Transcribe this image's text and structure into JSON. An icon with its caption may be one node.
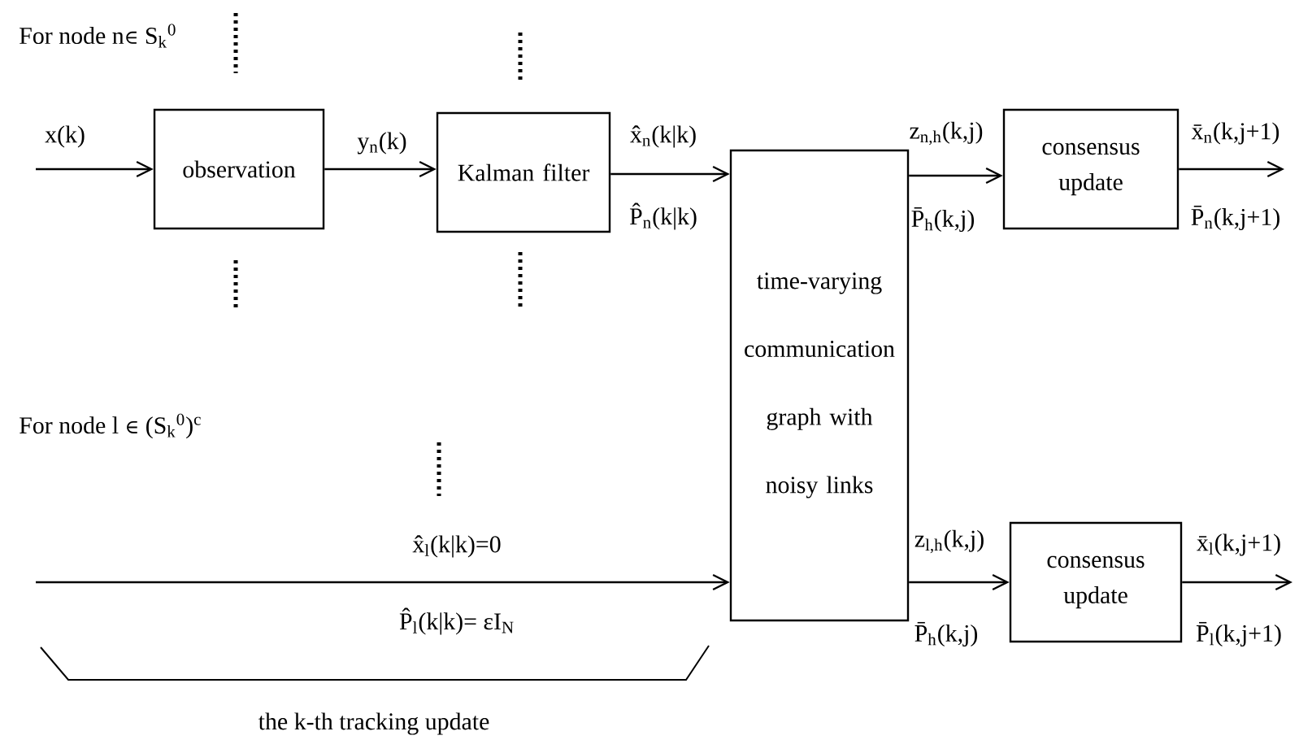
{
  "diagram": {
    "nodes": [
      {
        "text": [
          "observation"
        ]
      },
      {
        "text": [
          "Kalman filter"
        ]
      },
      {
        "text": [
          "time-varying communication graph with noisy links"
        ]
      },
      {
        "text": [
          "consensus update"
        ]
      },
      {
        "text": [
          "consensus update"
        ]
      }
    ],
    "edges": [
      {
        "from": null,
        "to": 0,
        "arrow": "to",
        "label": "x(k)"
      },
      {
        "from": 0,
        "to": 1,
        "arrow": "to",
        "label": "y$_{n}$(k)"
      },
      {
        "from": 1,
        "to": 2,
        "arrow": "to",
        "label": "x̂$_{n}$(k|k)"
      },
      {
        "from": 2,
        "to": 3,
        "arrow": "to",
        "label": "z$_{n,h}$(k,j)"
      },
      {
        "from": 3,
        "to": null,
        "arrow": "to",
        "label": "x̄$_{n}$(k,j+1)"
      },
      {
        "from": null,
        "to": 2,
        "arrow": "to",
        "label": "x̂$_{l}$(k|k)=0"
      },
      {
        "from": 2,
        "to": 4,
        "arrow": "to",
        "label": "z$_{l,h}$(k,j)"
      },
      {
        "from": 4,
        "to": null,
        "arrow": "to",
        "label": "x̄$_{l}$(k,j+1)"
      }
    ],
    "labels": [
      "For node n∈ S$_{k}$$^{0}$",
      "P̂$_{n}$(k|k)",
      "P̄$_{h}$(k,j)",
      "P̄$_{n}$(k,j+1)",
      "For node l ∈ (S$_{k}$$^{0}$)$^{c}$",
      "P̂$_{l}$(k|k)= εI$_{N}$",
      "P̄$_{h}$(k,j)",
      "P̄$_{l}$(k,j+1)",
      "the k-th tracking update"
    ]
  }
}
